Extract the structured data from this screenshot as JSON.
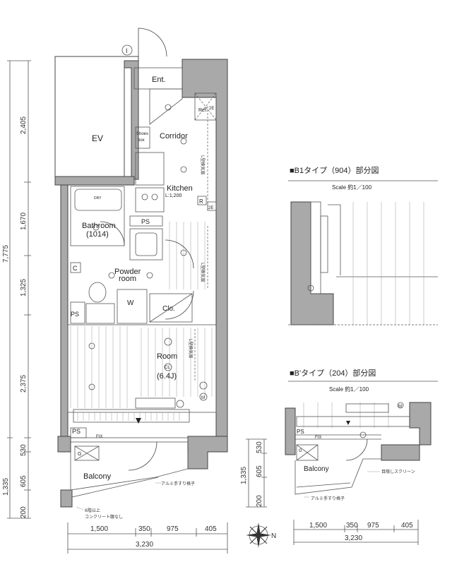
{
  "plan": {
    "rooms": {
      "ent": "Ent.",
      "ev": "EV",
      "corridor": "Corridor",
      "shoes_box_1": "Shoes",
      "shoes_box_2": "box",
      "kitchen": "Kitchen",
      "kitchen_size": "L:1,200",
      "bathroom": "Bathroom",
      "bathroom_size": "(1014)",
      "powder_room_1": "Powder",
      "powder_room_2": "room",
      "ps_top": "PS",
      "ps_left": "PS",
      "ps_bottom": "PS",
      "wash": "W",
      "closet": "Clo.",
      "room": "Room",
      "room_size": "(6.4J)",
      "balcony": "Balcony",
      "fix": "FIX",
      "ref": "Ref.",
      "dry": "DRY",
      "c_box": "C",
      "r_box": "R",
      "two_e": "2E",
      "two_e_top": "2E",
      "cl": "CL",
      "m_mark": "M",
      "g_mark": "G"
    },
    "notes": {
      "duct_1": "L型換気扇",
      "duct_2": "L型換気扇",
      "duct_3": "L型換気扇",
      "concrete_1": "6階以上",
      "concrete_2": "コンクリート腰なし",
      "railing": "アルミ手すり格子",
      "entrance_mark": "I"
    },
    "dims_left": [
      "2,405",
      "1,670",
      "1,325",
      "2,375",
      "530",
      "605",
      "200"
    ],
    "dims_left_total": "7,775",
    "dims_left_sub": "1,335",
    "dims_bottom": [
      "1,500",
      "350",
      "975",
      "405"
    ],
    "dims_bottom_total": "3,230",
    "compass": "N"
  },
  "insets": [
    {
      "title": "■B1タイプ（904）部分図",
      "scale": "Scale 約1／100"
    },
    {
      "title": "■B'タイプ（204）部分図",
      "scale": "Scale 約1／100",
      "dims_left": [
        "530",
        "605",
        "200"
      ],
      "dims_left_sub": "1,335",
      "dims_bottom": [
        "1,500",
        "350",
        "975",
        "405"
      ],
      "dims_bottom_total": "3,230",
      "balcony": "Balcony",
      "fix": "FIX",
      "ps": "PS",
      "screen_note": "目隠しスクリーン",
      "railing_note": "アルミ手すり格子",
      "g_mark": "G",
      "m_mark": "M"
    }
  ]
}
